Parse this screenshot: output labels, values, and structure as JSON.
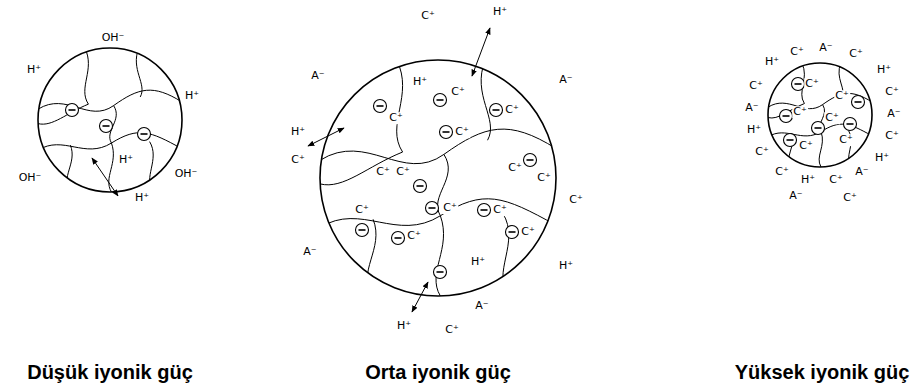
{
  "diagram": {
    "nodes": [
      {
        "text": [
          "Düşük iyonik güç"
        ]
      },
      {
        "text": [
          "Orta iyonik güç"
        ]
      },
      {
        "text": [
          "Yüksek iyonik güç"
        ]
      }
    ],
    "labels": [
      "OH⁻",
      "H⁺",
      "H⁺",
      "OH⁻",
      "OH⁻",
      "H⁺",
      "H⁺",
      "C⁺",
      "H⁺",
      "A⁻",
      "A⁻",
      "H⁺",
      "C⁺",
      "C⁺",
      "C⁺",
      "H⁺",
      "C⁺",
      "C⁺",
      "C⁺",
      "C⁺",
      "C⁺",
      "C⁺",
      "C⁺",
      "C⁺",
      "C⁺",
      "C⁺",
      "C⁺",
      "C⁺",
      "A⁻",
      "H⁺",
      "H⁺",
      "A⁻",
      "H⁺",
      "C⁺",
      "H⁺",
      "C⁺",
      "A⁻",
      "C⁺",
      "H⁺",
      "C⁺",
      "C⁺",
      "A⁻",
      "A⁻",
      "H⁺",
      "C⁺",
      "C⁺",
      "H⁺",
      "C⁺",
      "H⁺",
      "C⁺",
      "A⁻",
      "A⁻",
      "C⁺",
      "C⁺",
      "C⁺",
      "C⁺",
      "C⁺",
      "C⁺",
      "C⁺"
    ]
  }
}
